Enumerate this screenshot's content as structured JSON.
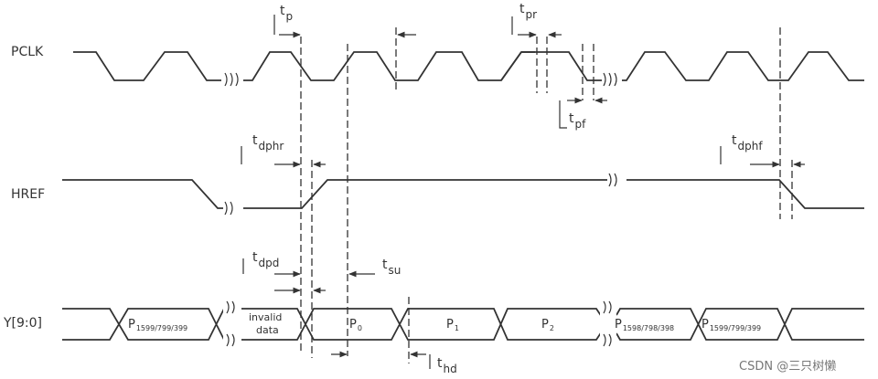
{
  "signals": {
    "pclk": "PCLK",
    "href": "HREF",
    "y": "Y[9:0]"
  },
  "timing": {
    "tp": {
      "main": "t",
      "sub": "p"
    },
    "tpr": {
      "main": "t",
      "sub": "pr"
    },
    "tpf": {
      "main": "t",
      "sub": "pf"
    },
    "tdphr": {
      "main": "t",
      "sub": "dphr"
    },
    "tdphf": {
      "main": "t",
      "sub": "dphf"
    },
    "tdpd": {
      "main": "t",
      "sub": "dpd"
    },
    "tsu": {
      "main": "t",
      "sub": "su"
    },
    "thd": {
      "main": "t",
      "sub": "hd"
    }
  },
  "data_cells": {
    "cell1": {
      "main": "P",
      "sub": "1599/799/399"
    },
    "invalid_line1": "invalid",
    "invalid_line2": "data",
    "p0": {
      "main": "P",
      "sub": "0"
    },
    "p1": {
      "main": "P",
      "sub": "1"
    },
    "p2": {
      "main": "P",
      "sub": "2"
    },
    "cell6": {
      "main": "P",
      "sub": "1598/798/398"
    },
    "cell7": {
      "main": "P",
      "sub": "1599/799/399"
    }
  },
  "watermark": "CSDN @三只树懒"
}
